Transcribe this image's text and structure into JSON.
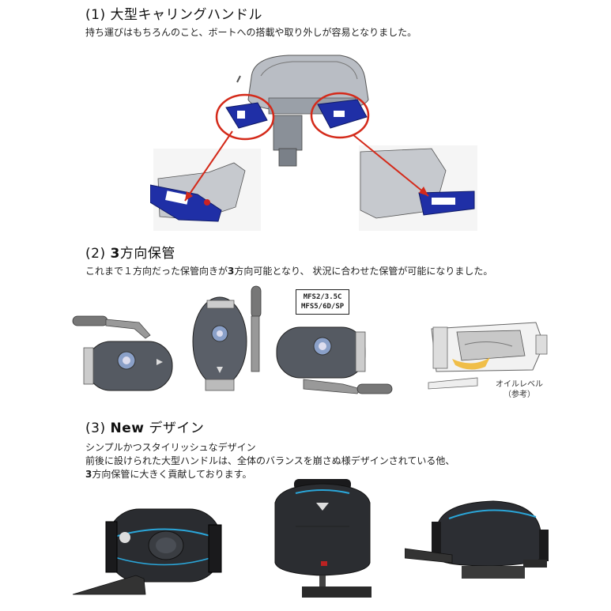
{
  "section1": {
    "number": "(1)",
    "title": "大型キャリングハンドル",
    "description": "持ち運びはもちろんのこと、ボートへの搭載や取り外しが容易となりました。"
  },
  "section2": {
    "number": "(2)",
    "title_bold": "3",
    "title": "方向保管",
    "desc_a": "これまで１方向だった保管向きが",
    "desc_bold": "3",
    "desc_b": "方向可能となり、 状況に合わせた保管が可能になりました。",
    "model_line1": "MFS2/3.5C",
    "model_line2": "MFS5/6D/SP",
    "oil_line1": "オイルレベル",
    "oil_line2": "（参考）"
  },
  "section3": {
    "number": "(3)",
    "title_bold": "New",
    "title": "デザイン",
    "line1": "シンプルかつスタイリッシュなデザイン",
    "line2": "前後に設けられた大型ハンドルは、全体のバランスを崩さぬ様デザインされている他、",
    "line3_bold": "3",
    "line3": "方向保管に大きく貢献しております。"
  },
  "colors": {
    "handle_blue": "#1f2fa6",
    "callout_red": "#d42a1a",
    "accent_cyan": "#2aa6d9",
    "oil_yellow": "#f0b52a"
  }
}
